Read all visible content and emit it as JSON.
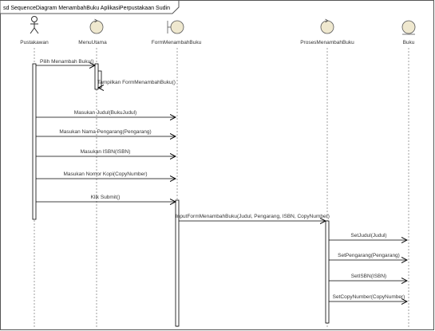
{
  "frame": {
    "title": "sd SequenceDiagram MenambahBuku AplikasiPerpustakaan Sudin"
  },
  "participants": [
    {
      "id": "pustakawan",
      "label": "Pustakawan",
      "kind": "actor"
    },
    {
      "id": "menu_utama",
      "label": "MenuUtama",
      "kind": "control"
    },
    {
      "id": "form_menambah_buku",
      "label": "FormMenambahBuku",
      "kind": "boundary"
    },
    {
      "id": "proses_menambah_buku",
      "label": "ProsesMenambahBuku",
      "kind": "control"
    },
    {
      "id": "buku",
      "label": "Buku",
      "kind": "entity"
    }
  ],
  "messages": [
    {
      "id": "m1",
      "from": "pustakawan",
      "to": "menu_utama",
      "label": "Pilih Menambah Buku()"
    },
    {
      "id": "m2",
      "from": "menu_utama",
      "to": "menu_utama",
      "label": "Tampilkan FormMenambahBuku()"
    },
    {
      "id": "m3",
      "from": "pustakawan",
      "to": "form_menambah_buku",
      "label": "Masukan Judul(BukuJudul)"
    },
    {
      "id": "m4",
      "from": "pustakawan",
      "to": "form_menambah_buku",
      "label": "Masukan Nama Pengarang(Pengarang)"
    },
    {
      "id": "m5",
      "from": "pustakawan",
      "to": "form_menambah_buku",
      "label": "Masukan ISBN(ISBN)"
    },
    {
      "id": "m6",
      "from": "pustakawan",
      "to": "form_menambah_buku",
      "label": "Masukan Nomor Kopi(CopyNumber)"
    },
    {
      "id": "m7",
      "from": "pustakawan",
      "to": "form_menambah_buku",
      "label": "Klik Submit()"
    },
    {
      "id": "m8",
      "from": "form_menambah_buku",
      "to": "proses_menambah_buku",
      "label": "InputFormMenambahBuku(Judul, Pengarang, ISBN, CopyNumber)"
    },
    {
      "id": "m9",
      "from": "proses_menambah_buku",
      "to": "buku",
      "label": "SetJudul(Judul)"
    },
    {
      "id": "m10",
      "from": "proses_menambah_buku",
      "to": "buku",
      "label": "SetPengarang(Pengarang)"
    },
    {
      "id": "m11",
      "from": "proses_menambah_buku",
      "to": "buku",
      "label": "SetISBN(ISBN)"
    },
    {
      "id": "m12",
      "from": "proses_menambah_buku",
      "to": "buku",
      "label": "SetCopyNumber(CopyNumber)"
    }
  ]
}
